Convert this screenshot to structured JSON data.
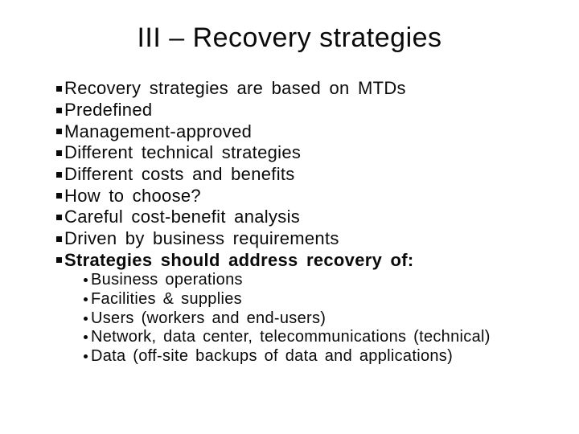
{
  "slide": {
    "background_color": "#ffffff",
    "text_color": "#0a0a0a",
    "title": "III – Recovery strategies",
    "bullets": [
      {
        "text": "Recovery strategies are based on MTDs",
        "bold": false
      },
      {
        "text": "Predefined",
        "bold": false
      },
      {
        "text": "Management-approved",
        "bold": false
      },
      {
        "text": "Different technical strategies",
        "bold": false
      },
      {
        "text": "Different costs and benefits",
        "bold": false
      },
      {
        "text": "How to choose?",
        "bold": false
      },
      {
        "text": "Careful cost-benefit analysis",
        "bold": false
      },
      {
        "text": "Driven by business requirements",
        "bold": false
      },
      {
        "text": "Strategies should address recovery of:",
        "bold": true
      }
    ],
    "sub_bullets": [
      {
        "text": "Business operations"
      },
      {
        "text": "Facilities & supplies"
      },
      {
        "text": "Users (workers and end-users)"
      },
      {
        "text": "Network, data center, telecommunications (technical)"
      },
      {
        "text": "Data (off-site backups of data and applications)"
      }
    ]
  }
}
